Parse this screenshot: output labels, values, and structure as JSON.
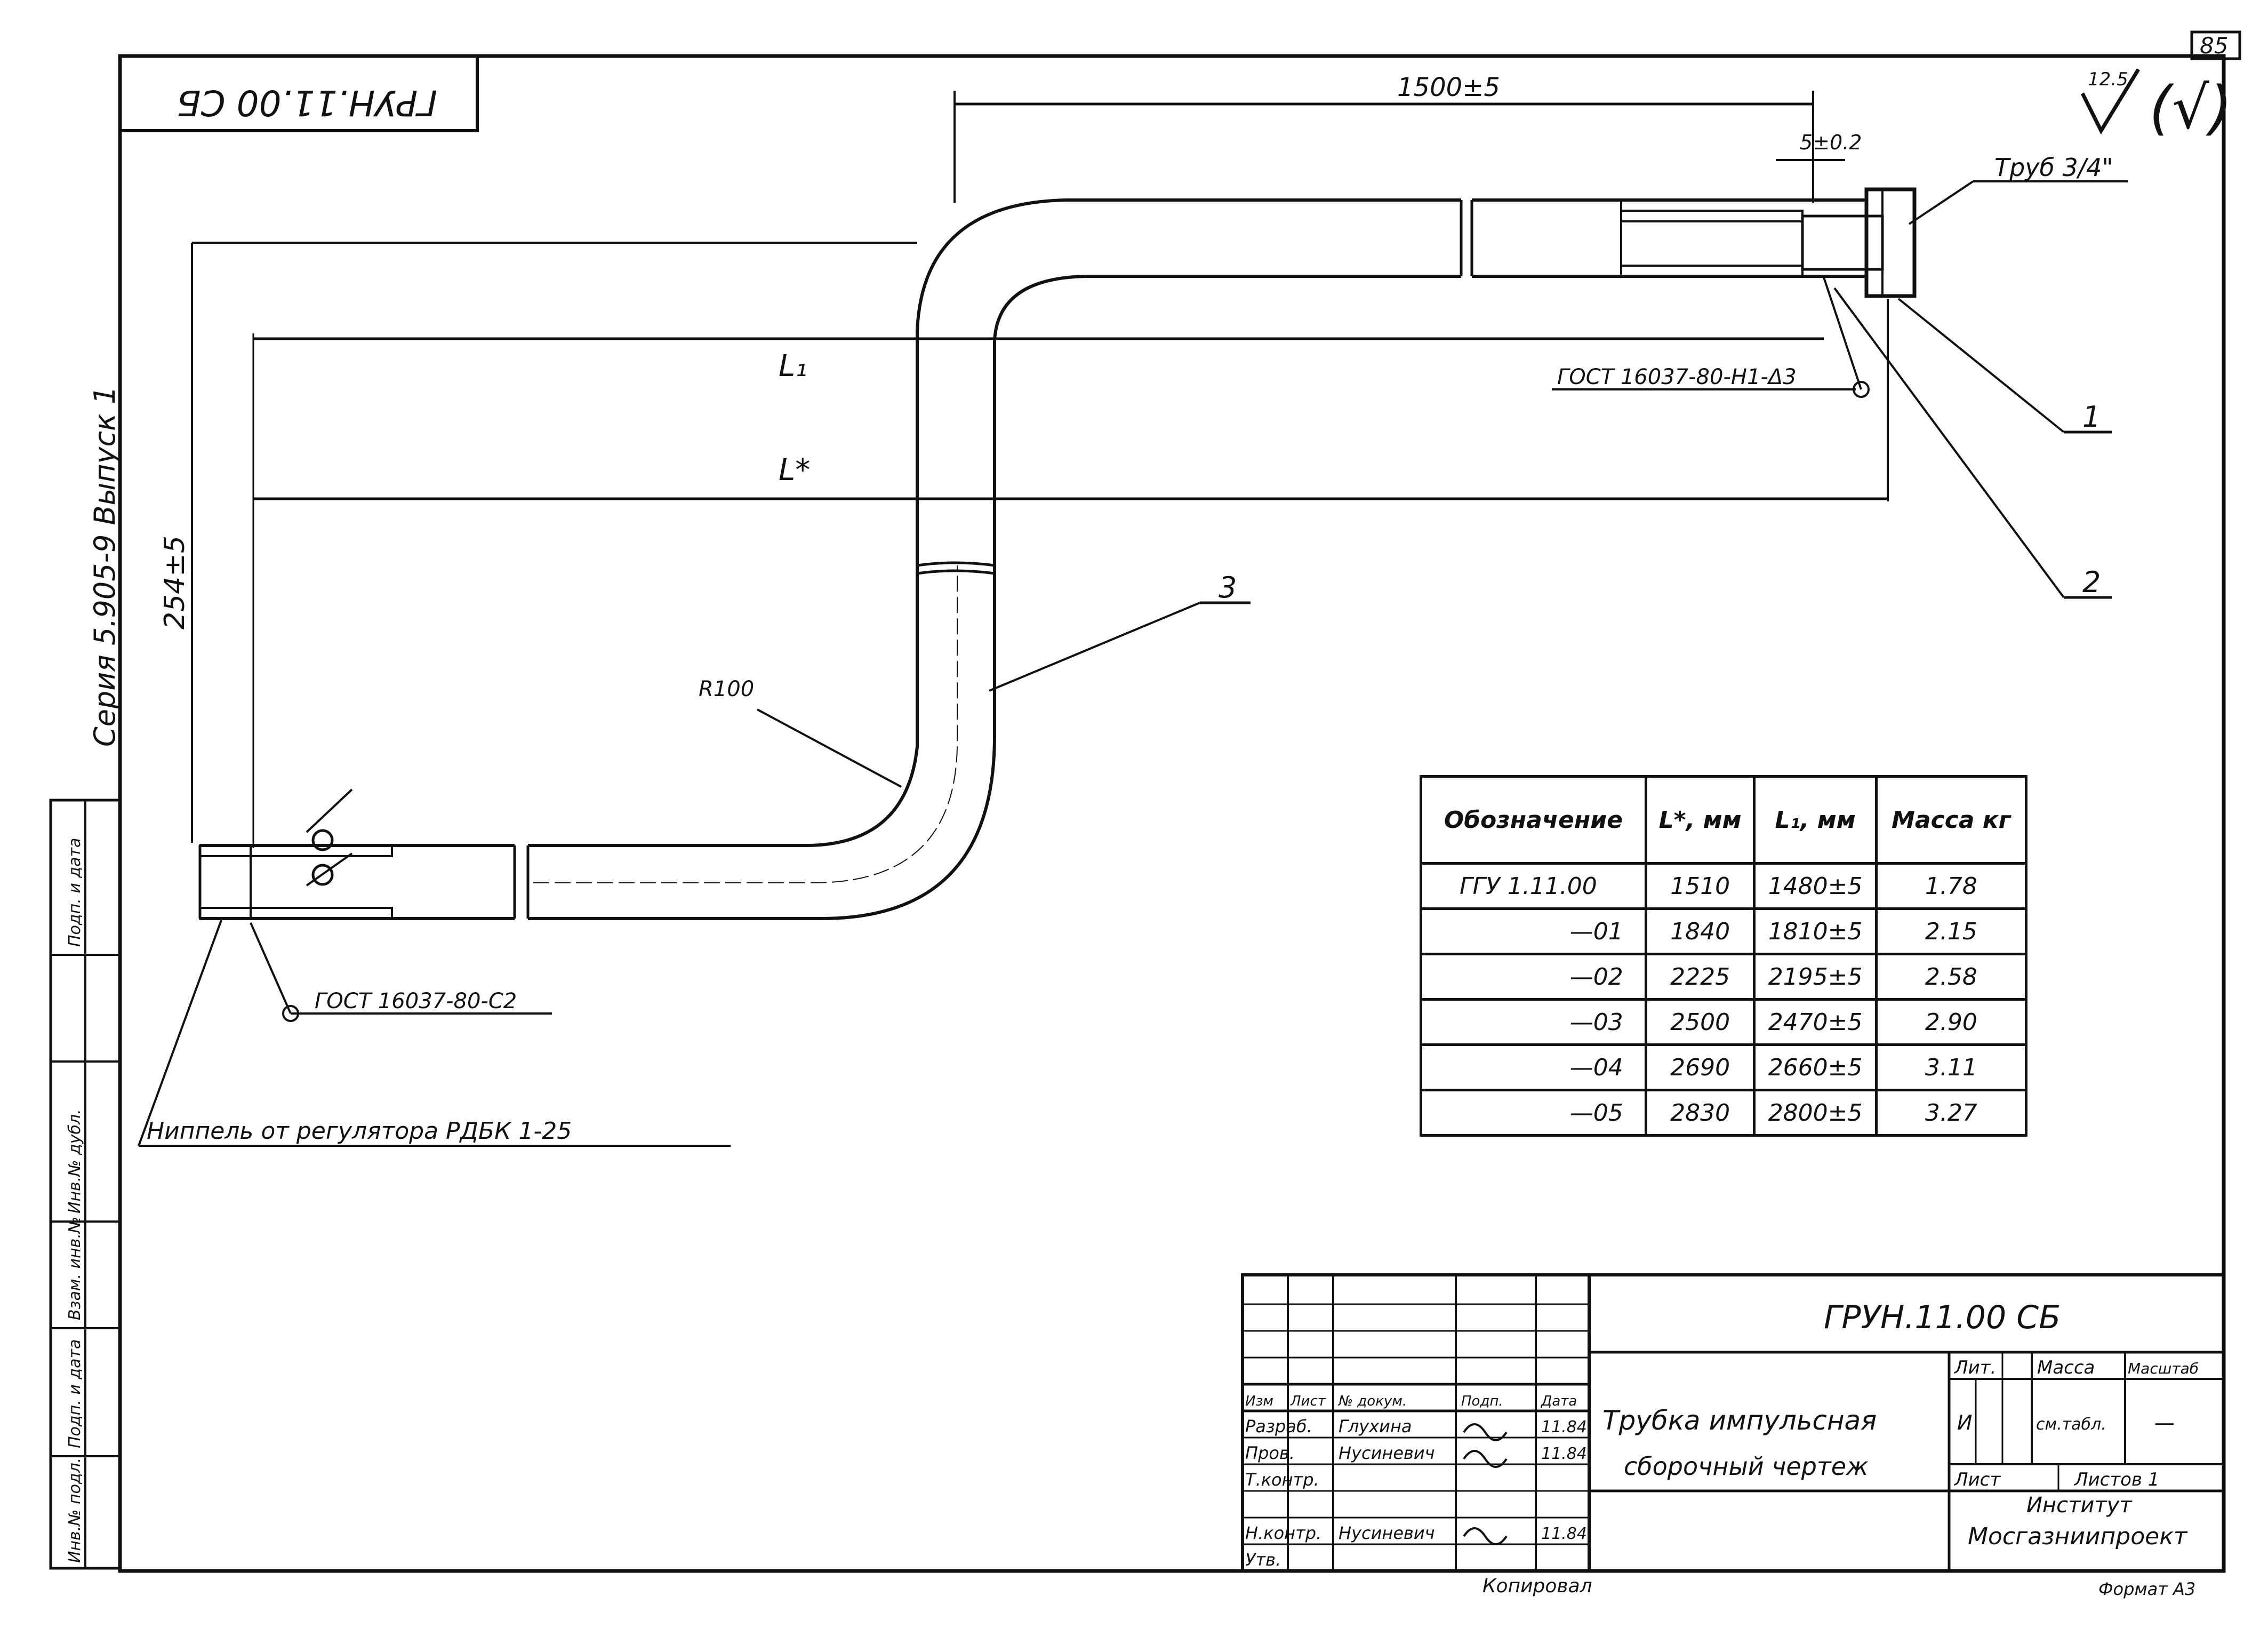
{
  "sheet": {
    "page_no": "85",
    "doc_code": "ГРУН.11.00 СБ",
    "roughness": "12.5",
    "roughness_note": "(√)"
  },
  "series": "Серия 5.905-9 Выпуск 1",
  "dims": {
    "overall": "1500±5",
    "thread_len": "5±0.2",
    "L1": "L₁",
    "L": "L*",
    "height": "254±5",
    "radius": "R100"
  },
  "notes": {
    "pipe": "Труб 3/4\"",
    "weld_top": "ГОСТ 16037-80-Н1-Δ3",
    "weld_bottom": "ГОСТ 16037-80-С2",
    "nipple": "Ниппель от регулятора РДБК 1-25"
  },
  "callouts": [
    "1",
    "2",
    "3"
  ],
  "table": {
    "headers": [
      "Обозначение",
      "L*, мм",
      "L₁, мм",
      "Масса кг"
    ],
    "rows": [
      [
        "ГГУ 1.11.00",
        "1510",
        "1480±5",
        "1.78"
      ],
      [
        "—01",
        "1840",
        "1810±5",
        "2.15"
      ],
      [
        "—02",
        "2225",
        "2195±5",
        "2.58"
      ],
      [
        "—03",
        "2500",
        "2470±5",
        "2.90"
      ],
      [
        "—04",
        "2690",
        "2660±5",
        "3.11"
      ],
      [
        "—05",
        "2830",
        "2800±5",
        "3.27"
      ]
    ]
  },
  "side_stamp": [
    "Инв.№ подл.",
    "Подп. и дата",
    "Взам. инв.№",
    "Инв.№ дубл.",
    "Подп. и дата"
  ],
  "title_block": {
    "code": "ГРУН.11.00 СБ",
    "name_line1": "Трубка импульсная",
    "name_line2": "сборочный чертеж",
    "col_headers": [
      "Изм",
      "Лист",
      "№ докум.",
      "Подп.",
      "Дата"
    ],
    "roles": [
      {
        "role": "Разраб.",
        "name": "Глухина",
        "date": "11.84"
      },
      {
        "role": "Пров.",
        "name": "Нусиневич",
        "date": "11.84"
      },
      {
        "role": "Т.контр.",
        "name": "",
        "date": ""
      },
      {
        "role": "Н.контр.",
        "name": "Нусиневич",
        "date": "11.84"
      },
      {
        "role": "Утв.",
        "name": "",
        "date": ""
      }
    ],
    "lit_label": "Лит.",
    "mass_label": "Масса",
    "scale_label": "Масштаб",
    "lit_value": "И",
    "mass_value": "см.табл.",
    "scale_value": "—",
    "sheet_label": "Лист",
    "sheets_label": "Листов 1",
    "org_line1": "Институт",
    "org_line2": "Мосгазниипроект"
  },
  "footer": {
    "copied": "Копировал",
    "format": "Формат А3"
  }
}
